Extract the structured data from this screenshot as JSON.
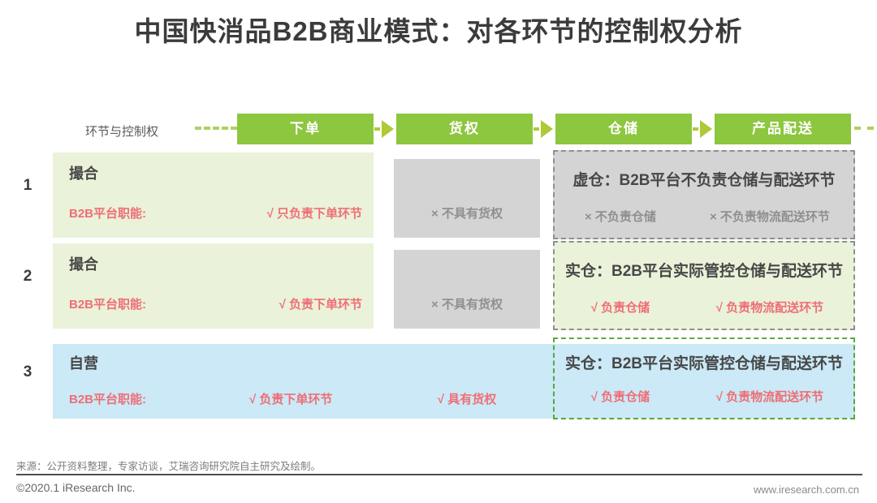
{
  "title": "中国快消品B2B商业模式：对各环节的控制权分析",
  "header": {
    "label": "环节与控制权",
    "stages": [
      "下单",
      "货权",
      "仓储",
      "产品配送"
    ]
  },
  "rows": [
    {
      "number": "1",
      "mode": "撮合",
      "role_label": "B2B平台职能:",
      "order_item": "√ 只负责下单环节",
      "goods_item": "× 不具有货权",
      "warehouse_title": "虚仓：B2B平台不负责仓储与配送环节",
      "warehouse_item": "× 不负责仓储",
      "delivery_item": "× 不负责物流配送环节"
    },
    {
      "number": "2",
      "mode": "撮合",
      "role_label": "B2B平台职能:",
      "order_item": "√ 负责下单环节",
      "goods_item": "× 不具有货权",
      "warehouse_title": "实仓：B2B平台实际管控仓储与配送环节",
      "warehouse_item": "√ 负责仓储",
      "delivery_item": "√ 负责物流配送环节"
    },
    {
      "number": "3",
      "mode": "自营",
      "role_label": "B2B平台职能:",
      "order_item": "√ 负责下单环节",
      "goods_item": "√ 具有货权",
      "warehouse_title": "实仓：B2B平台实际管控仓储与配送环节",
      "warehouse_item": "√ 负责仓储",
      "delivery_item": "√ 负责物流配送环节"
    }
  ],
  "footer": {
    "source": "来源：公开资料整理，专家访谈，艾瑞咨询研究院自主研究及绘制。",
    "copyright": "©2020.1 iResearch Inc.",
    "website": "www.iresearch.com.cn"
  },
  "colors": {
    "green": "#8dc63f",
    "arrow": "#afc938",
    "connector": "#aed162",
    "light_green": "#eaf2d9",
    "gray_fill": "#d4d4d4",
    "gray_border": "#8f8f8f",
    "blue_fill": "#cbe9f6",
    "green_border": "#54ab3c",
    "red": "#ee6e76",
    "gray_text": "#8f8f8f"
  }
}
